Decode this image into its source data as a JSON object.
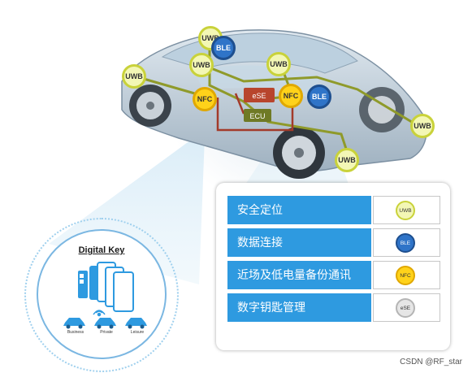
{
  "car_badges": [
    {
      "id": "uwb-roof-left",
      "label": "UWB",
      "kind": "uwb"
    },
    {
      "id": "ble-roof",
      "label": "BLE",
      "kind": "ble"
    },
    {
      "id": "uwb-left-mid",
      "label": "UWB",
      "kind": "uwb"
    },
    {
      "id": "uwb-left-far",
      "label": "UWB",
      "kind": "uwb"
    },
    {
      "id": "uwb-roof-center",
      "label": "UWB",
      "kind": "uwb"
    },
    {
      "id": "nfc-left",
      "label": "NFC",
      "kind": "nfc"
    },
    {
      "id": "nfc-right",
      "label": "NFC",
      "kind": "nfc"
    },
    {
      "id": "ble-right",
      "label": "BLE",
      "kind": "ble"
    },
    {
      "id": "uwb-rear",
      "label": "UWB",
      "kind": "uwb"
    },
    {
      "id": "uwb-bottom",
      "label": "UWB",
      "kind": "uwb"
    }
  ],
  "modules": {
    "ese": "eSE",
    "ecu": "ECU"
  },
  "digital_key": {
    "title": "Digital Key",
    "cars": [
      "Business",
      "Private",
      "Leisure"
    ]
  },
  "legend": [
    {
      "label": "安全定位",
      "chip": "UWB",
      "kind": "uwb"
    },
    {
      "label": "数据连接",
      "chip": "BLE",
      "kind": "ble"
    },
    {
      "label": "近场及低电量备份通讯",
      "chip": "NFC",
      "kind": "nfc"
    },
    {
      "label": "数字钥匙管理",
      "chip": "eSE",
      "kind": "ese"
    }
  ],
  "colors": {
    "legend_blue": "#2e9ae0",
    "uwb_fill": "#f3f7b5",
    "uwb_ring": "#c9d23a",
    "ble_fill": "#2f74c8",
    "nfc_fill": "#ffd21a",
    "ese_fill": "#e6e6e6",
    "wire_olive": "#8f9a2a",
    "wire_red": "#a33a2a"
  },
  "watermark": "CSDN @RF_star"
}
